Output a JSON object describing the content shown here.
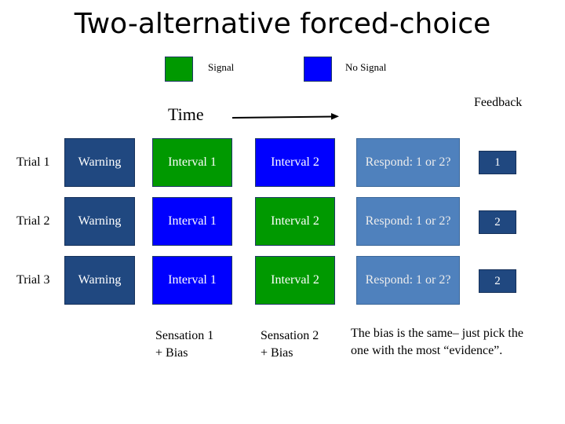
{
  "title": "Two-alternative forced-choice",
  "legend": {
    "signal": {
      "label": "Signal",
      "color": "#009900"
    },
    "no_signal": {
      "label": "No Signal",
      "color": "#0000ff"
    }
  },
  "time_label": "Time",
  "feedback_header": "Feedback",
  "colors": {
    "warning": "#204880",
    "respond": "#4f81bd",
    "feedback": "#204880"
  },
  "trials": [
    {
      "label": "Trial 1",
      "warning": "Warning",
      "interval1": {
        "label": "Interval 1",
        "type": "signal"
      },
      "interval2": {
        "label": "Interval 2",
        "type": "no_signal"
      },
      "respond": "Respond: 1 or 2?",
      "feedback": "1"
    },
    {
      "label": "Trial 2",
      "warning": "Warning",
      "interval1": {
        "label": "Interval 1",
        "type": "no_signal"
      },
      "interval2": {
        "label": "Interval 2",
        "type": "signal"
      },
      "respond": "Respond: 1 or 2?",
      "feedback": "2"
    },
    {
      "label": "Trial 3",
      "warning": "Warning",
      "interval1": {
        "label": "Interval 1",
        "type": "no_signal"
      },
      "interval2": {
        "label": "Interval 2",
        "type": "signal"
      },
      "respond": "Respond: 1 or 2?",
      "feedback": "2"
    }
  ],
  "notes": {
    "sensation1": {
      "line1": "Sensation  1",
      "line2": "+ Bias"
    },
    "sensation2": {
      "line1": "Sensation  2",
      "line2": "+ Bias"
    },
    "bias": {
      "line1": "The bias is the same– just pick the",
      "line2": "one with the most “evidence”."
    }
  }
}
